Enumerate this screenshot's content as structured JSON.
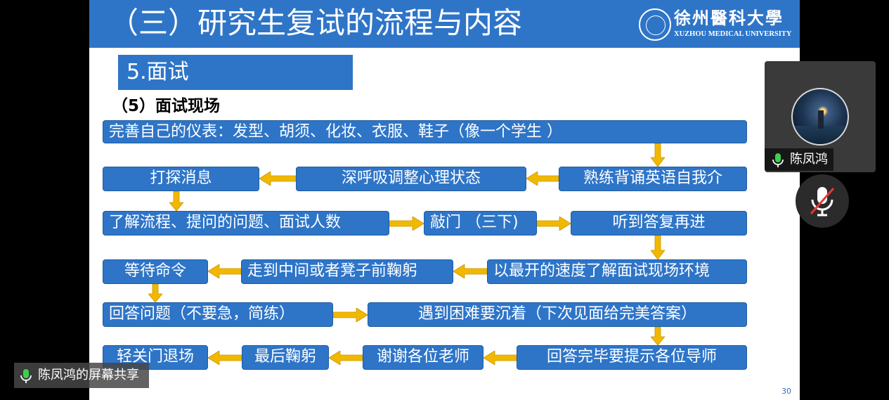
{
  "slide": {
    "title": "（三）研究生复试的流程与内容",
    "logo": {
      "name_cn": "徐州醫科大學",
      "name_en": "XUZHOU MEDICAL UNIVERSITY"
    },
    "section": "5.面试",
    "subheading": "（5）面试现场",
    "steps": [
      "完善自己的仪表：发型、胡须、化妆、衣服、鞋子（像一个学生 ）",
      "熟练背诵英语自我介",
      "深呼吸调整心理状态",
      "打探消息",
      "了解流程、提问的问题、面试人数",
      "敲门 （三下)",
      "听到答复再进",
      "以最开的速度了解面试现场环境",
      "走到中间或者凳子前鞠躬",
      "等待命令",
      "回答问题（不要急，简练）",
      "遇到困难要沉着（下次见面给完美答案）",
      "回答完毕要提示各位导师",
      "谢谢各位老师",
      "最后鞠躬",
      "轻关门退场"
    ],
    "page_number": "30"
  },
  "meeting": {
    "share_label": "陈凤鸿的屏幕共享",
    "participant_name": "陈凤鸿",
    "mic_state": "muted"
  },
  "colors": {
    "box": "#2e75c8",
    "arrow": "#f2b800",
    "header": "#2e75c8"
  }
}
